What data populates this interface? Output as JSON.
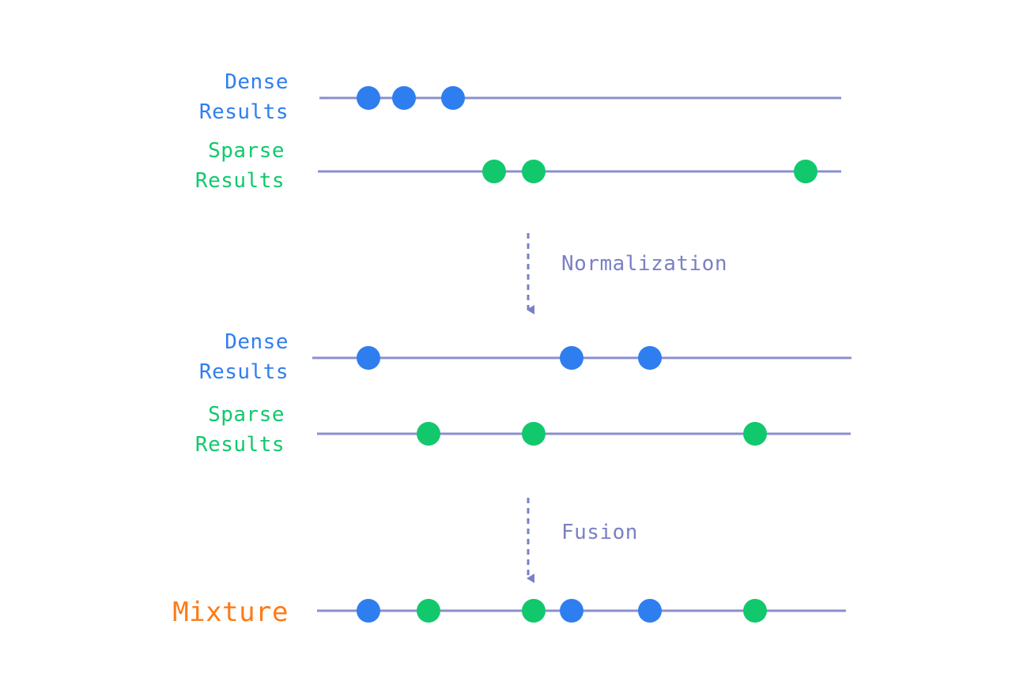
{
  "colors": {
    "dense": "#2f7ef0",
    "sparse": "#12c86c",
    "mixture_label": "#ff7a14",
    "axis": "#8a8fcf",
    "step": "#7b80c4"
  },
  "stages": {
    "before": {
      "dense": {
        "line1": "Dense",
        "line2": "Results"
      },
      "sparse": {
        "line1": "Sparse",
        "line2": "Results"
      }
    },
    "normalization": {
      "label": "Normalization"
    },
    "after": {
      "dense": {
        "line1": "Dense",
        "line2": "Results"
      },
      "sparse": {
        "line1": "Sparse",
        "line2": "Results"
      }
    },
    "fusion": {
      "label": "Fusion"
    },
    "mixture": {
      "label": "Mixture"
    }
  }
}
